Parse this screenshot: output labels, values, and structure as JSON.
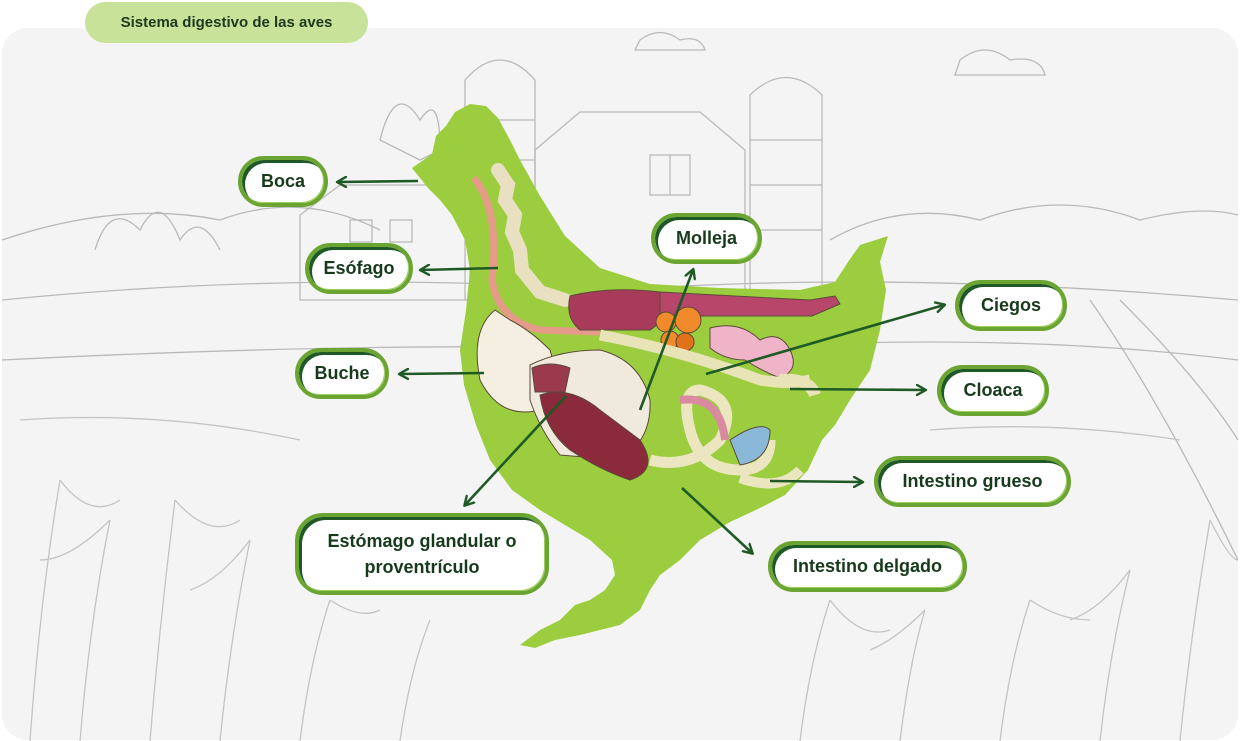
{
  "title": "Sistema digestivo de las aves",
  "labels": {
    "boca": "Boca",
    "esofago": "Esófago",
    "buche": "Buche",
    "molleja": "Molleja",
    "ciegos": "Ciegos",
    "cloaca": "Cloaca",
    "intestino_grueso": "Intestino grueso",
    "intestino_delgado": "Intestino delgado",
    "estomago_glandular": "Estómago glandular o proventrículo"
  },
  "colors": {
    "silhouette": "#9ccd3f",
    "pill": "#c8e29a",
    "arrow": "#1f5a26",
    "card_border": "#6aa531",
    "text": "#163a1b",
    "sketch": "#b8b8b8"
  }
}
